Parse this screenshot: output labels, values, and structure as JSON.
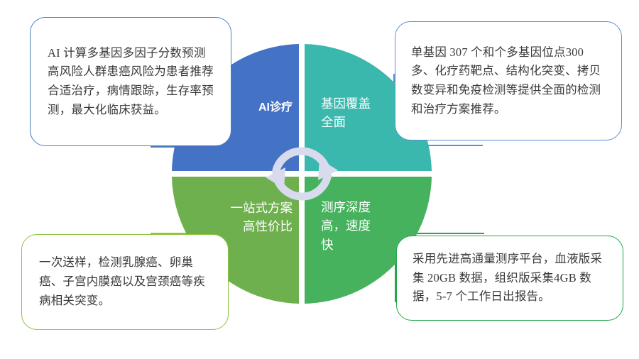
{
  "wheel": {
    "center_icon": "circular-refresh-arrows-icon",
    "quadrants": [
      {
        "key": "ai_diagnosis",
        "label": "AI诊疗",
        "color": "#4472C4",
        "position": "top-left"
      },
      {
        "key": "gene_coverage",
        "label": "基因覆盖\n全面",
        "color": "#3BB8AE",
        "position": "top-right"
      },
      {
        "key": "one_stop",
        "label": "一站式方案\n高性价比",
        "color": "#6EB04E",
        "position": "bottom-left"
      },
      {
        "key": "sequencing_depth",
        "label": "测序深度\n高，速度\n快",
        "color": "#46B25E",
        "position": "bottom-right"
      }
    ]
  },
  "callouts": {
    "top_left": {
      "text": "AI 计算多基因多因子分数预测高风险人群患癌风险为患者推荐合适治疗，病情跟踪，生存率预测，最大化临床获益。",
      "border_color": "#4a7ebb"
    },
    "top_right": {
      "text": "单基因 307 个和个多基因位点300 多、化疗药靶点、结构化突变、拷贝数变异和免疫检测等提供全面的检测和治疗方案推荐。",
      "border_color": "#5b8fd0"
    },
    "bottom_left": {
      "text": "一次送样，检测乳腺癌、卵巢癌、子宫内膜癌以及宫颈癌等疾病相关突变。",
      "border_color": "#8dc63f"
    },
    "bottom_right": {
      "text": "采用先进高通量测序平台，血液版采集 20GB 数据，组织版采集4GB 数据，5-7 个工作日出报告。",
      "border_color": "#22a74a"
    }
  },
  "connectors": {
    "top_left_color": "#4a7ebb",
    "top_right_color": "#5b8fd0",
    "bottom_left_color": "#8dc63f",
    "bottom_right_color": "#22a74a"
  }
}
